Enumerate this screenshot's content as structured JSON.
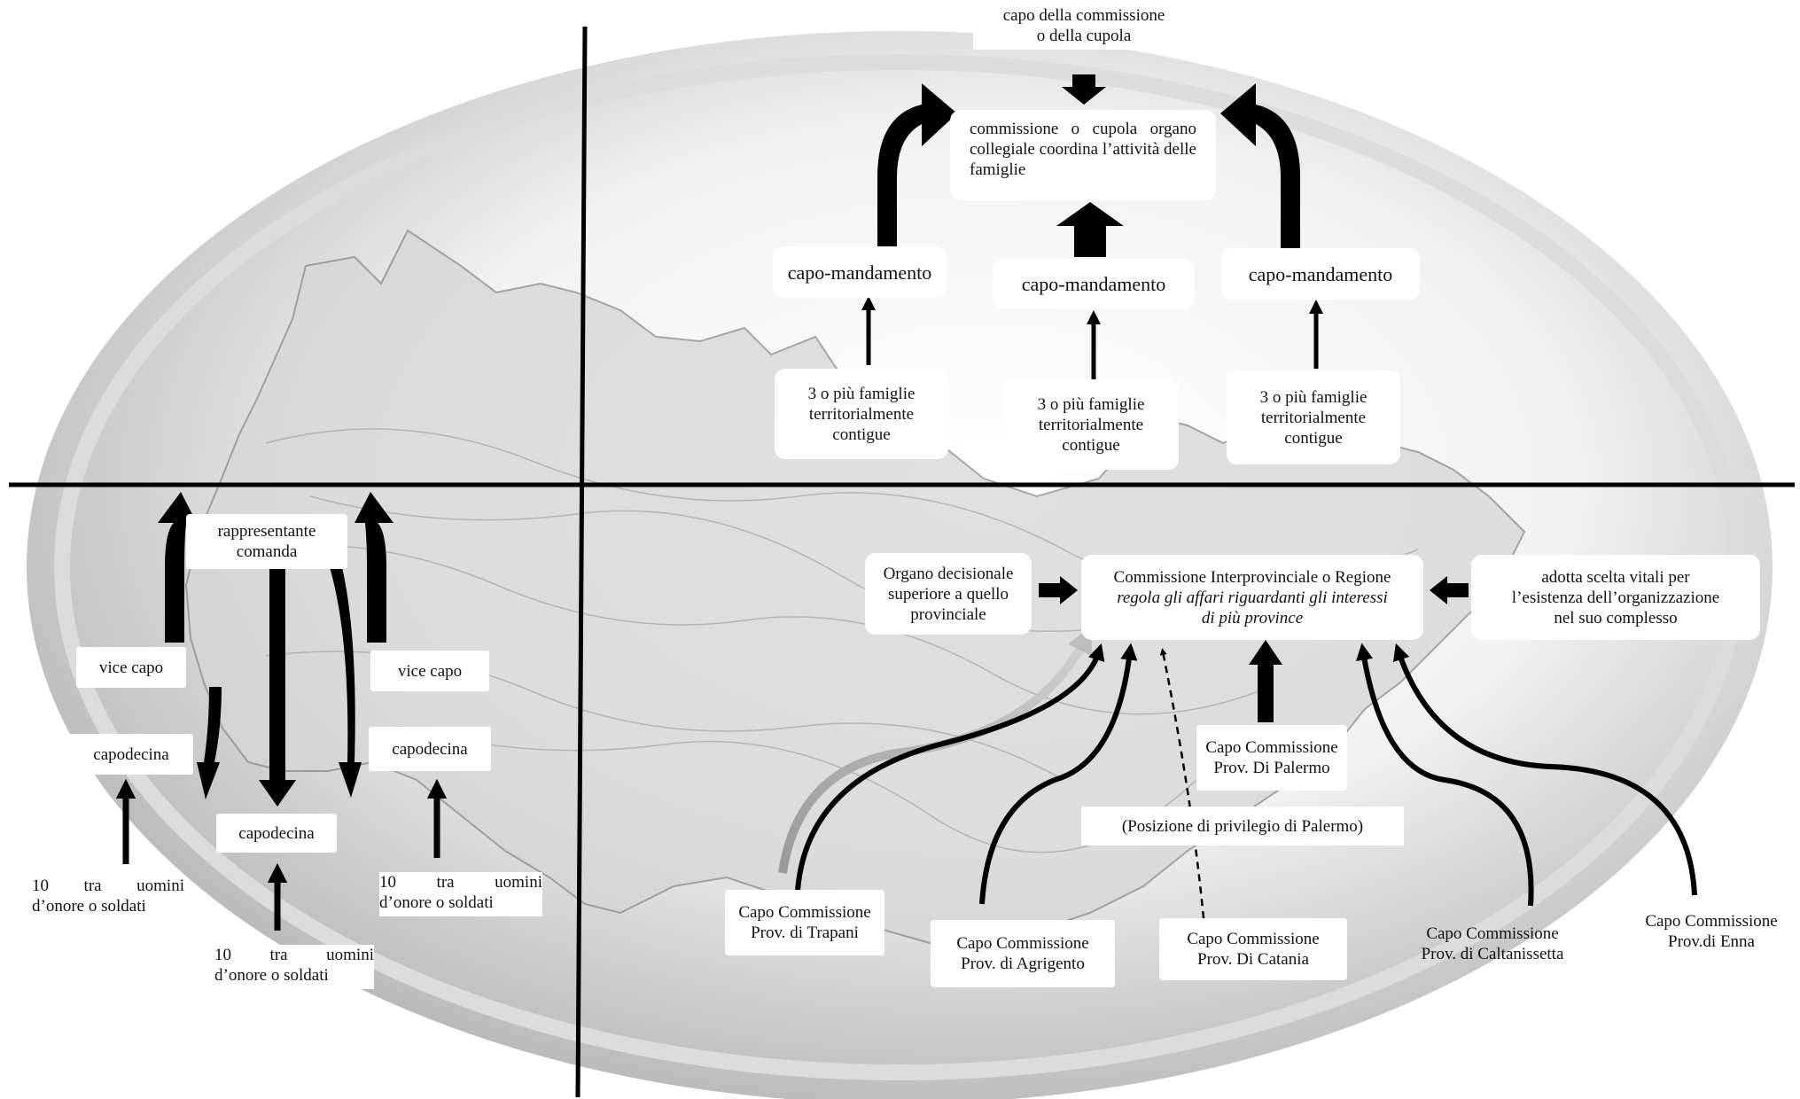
{
  "top": {
    "cupola_head": [
      "capo della commissione",
      "o della cupola"
    ],
    "cupola": "commissione o cupola organo collegiale coordina l’attività delle famiglie",
    "mandamento_left": "capo-mandamento",
    "mandamento_mid": "capo-mandamento",
    "mandamento_right": "capo-mandamento",
    "famiglie_left": [
      "3 o più famiglie",
      "territorialmente",
      "contigue"
    ],
    "famiglie_mid": [
      "3 o più famiglie",
      "territorialmente",
      "contigue"
    ],
    "famiglie_right": [
      "3 o più famiglie",
      "territorialmente",
      "contigue"
    ]
  },
  "left": {
    "rappresentante": [
      "rappresentante",
      "comanda"
    ],
    "vice_capo_left": "vice capo",
    "vice_capo_right": "vice capo",
    "capodecina_left": "capodecina",
    "capodecina_center": "capodecina",
    "capodecina_right": "capodecina",
    "soldati_left": [
      "10 tra uomini",
      "d’onore o soldati"
    ],
    "soldati_center": [
      "10 tra uomini",
      "d’onore o soldati"
    ],
    "soldati_right": [
      "10 tra uomini",
      "d’onore o soldati"
    ]
  },
  "right": {
    "organo": [
      "Organo decisionale",
      "superiore a quello",
      "provinciale"
    ],
    "interprovinciale_title": "Commissione Interprovinciale o Regione",
    "interprovinciale_desc": [
      "regola gli affari riguardanti gli interessi",
      "di più province"
    ],
    "adotta": [
      "adotta scelta vitali per",
      "l’esistenza dell’organizzazione",
      "nel suo complesso"
    ],
    "palermo": [
      "Capo Commissione",
      "Prov. Di Palermo"
    ],
    "privilegio": "(Posizione di privilegio di Palermo)",
    "trapani": [
      "Capo Commissione",
      "Prov. di Trapani"
    ],
    "agrigento": [
      "Capo Commissione",
      "Prov. di Agrigento"
    ],
    "catania": [
      "Capo Commissione",
      "Prov. Di Catania"
    ],
    "caltanissetta": [
      "Capo Commissione",
      "Prov. di Caltanissetta"
    ],
    "enna": [
      "Capo Commissione",
      "Prov.di Enna"
    ]
  }
}
